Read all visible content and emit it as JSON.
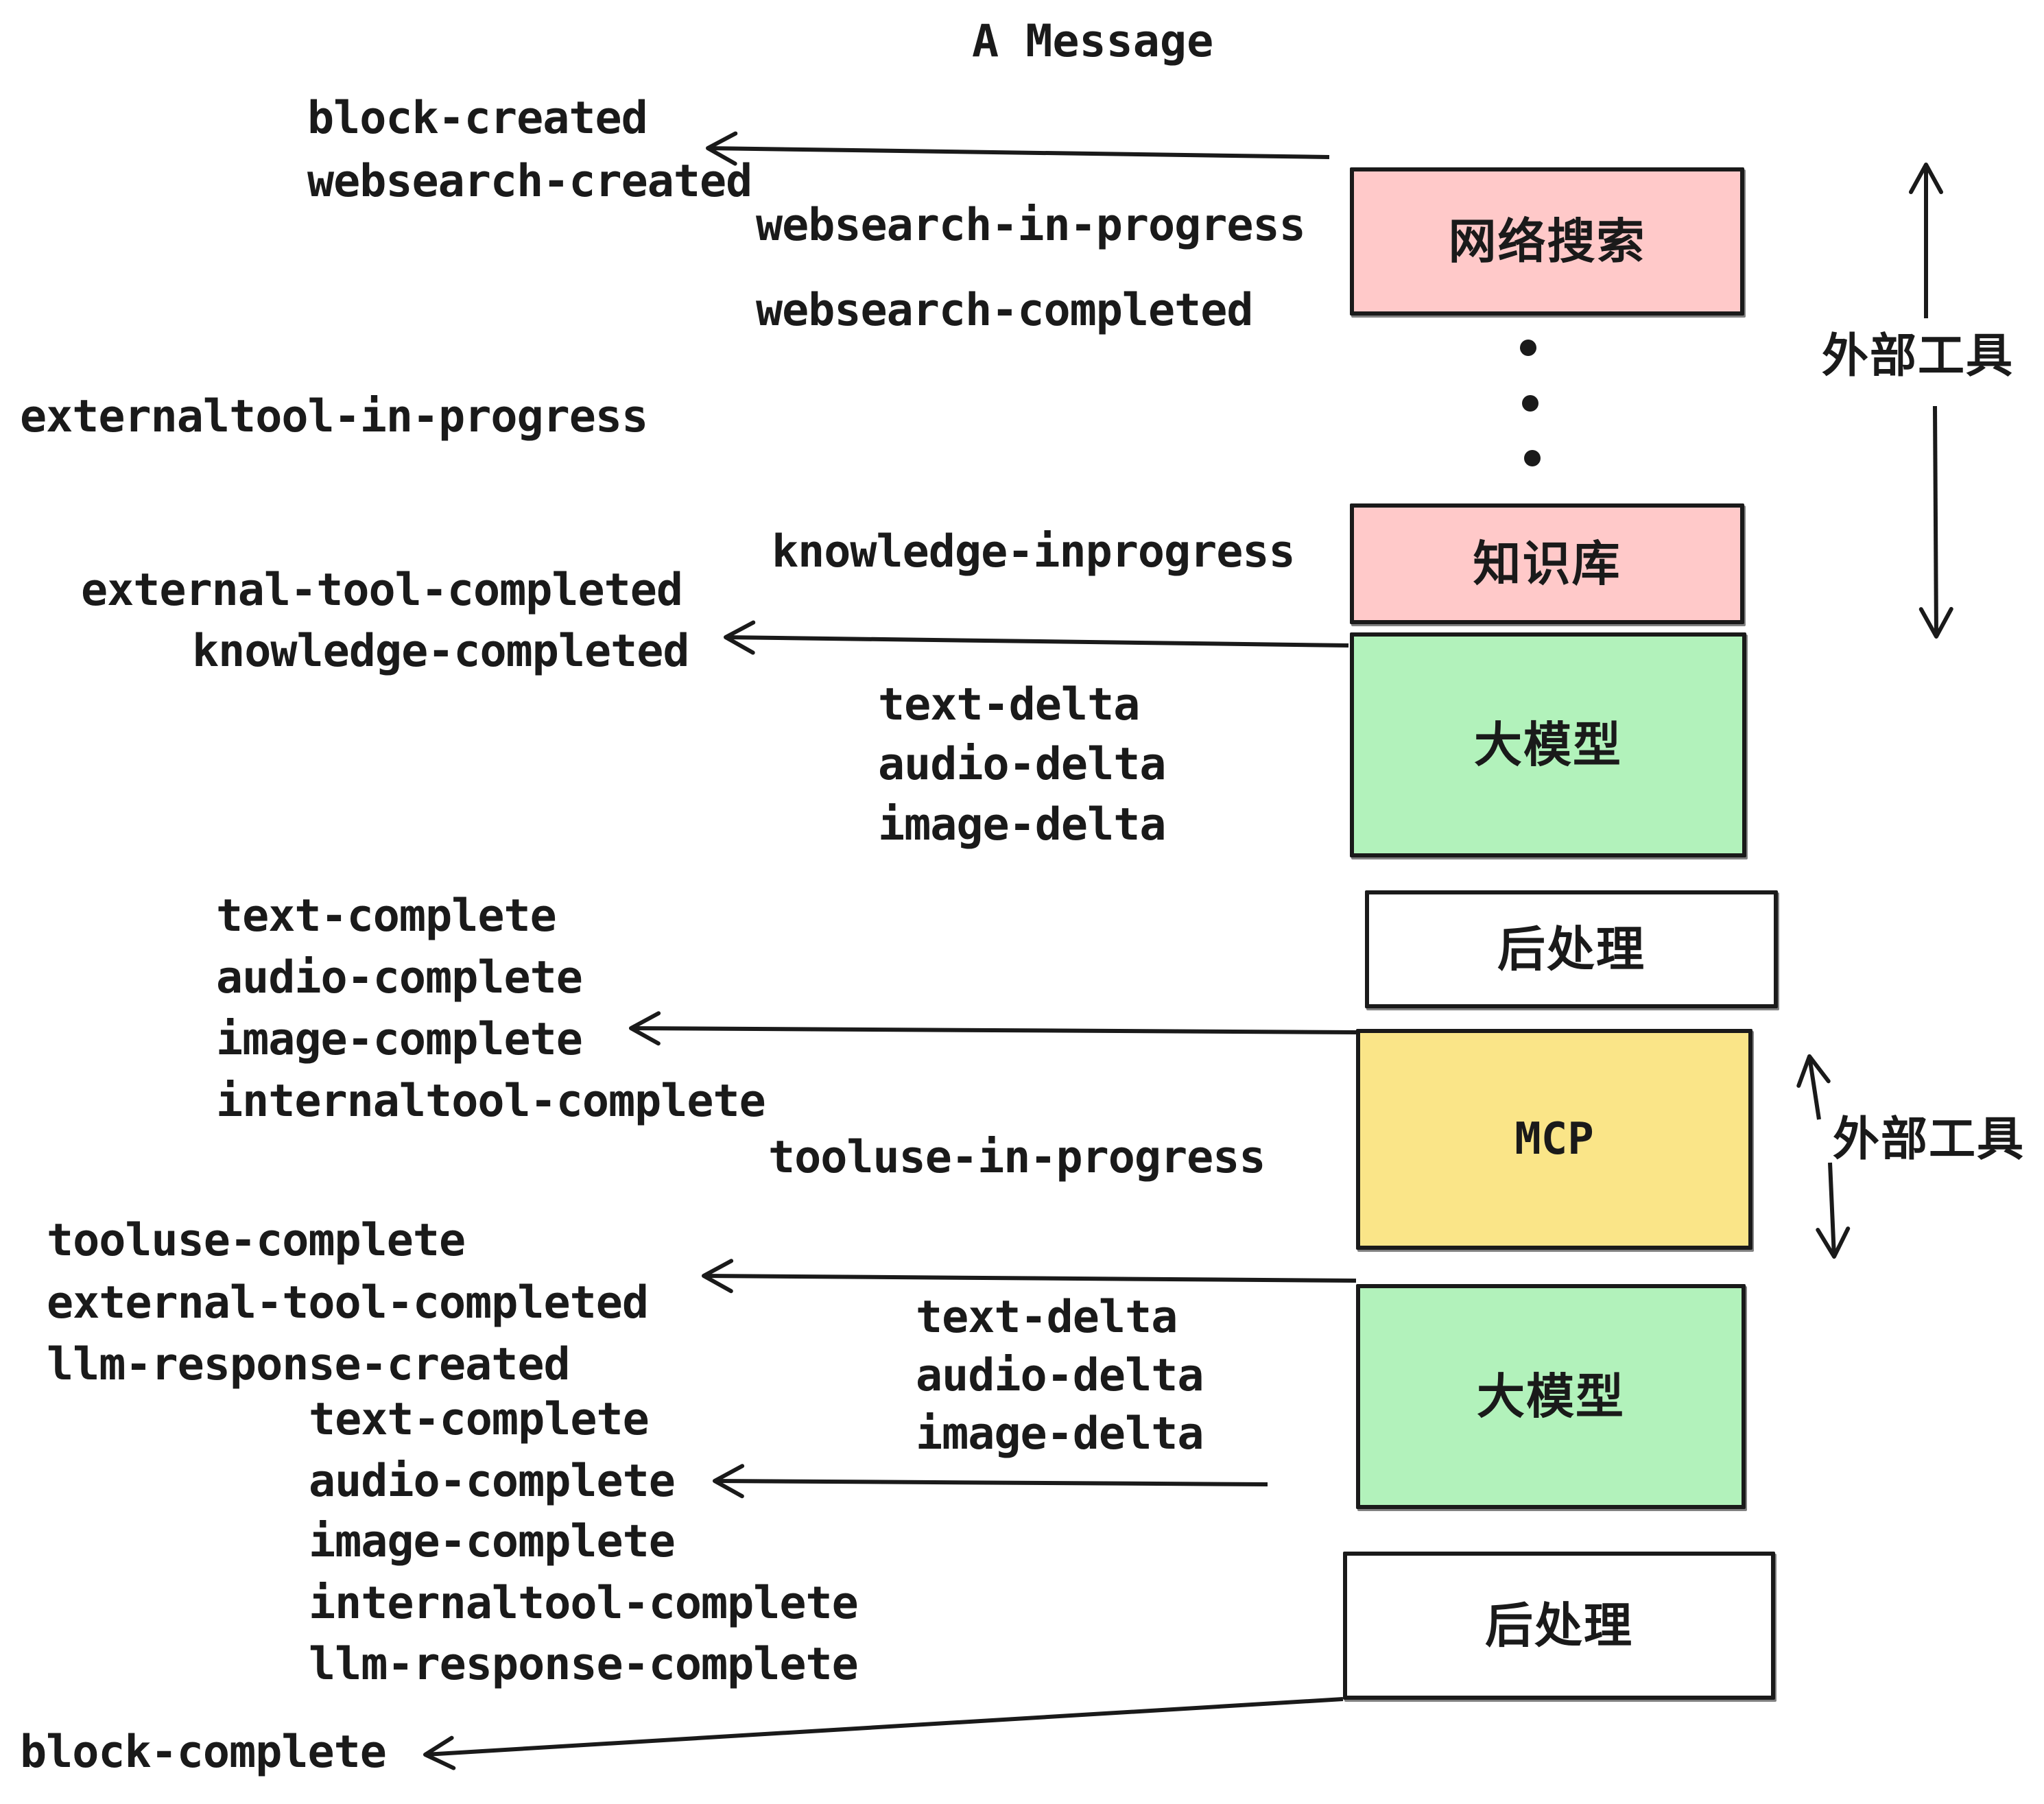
{
  "title": "A Message",
  "colors": {
    "pink": "#FFC9C9",
    "green": "#B2F2BB",
    "yellow": "#FAE588",
    "white": "#FFFFFF",
    "ink": "#1A1A1A"
  },
  "boxes": {
    "websearch": {
      "label": "网络搜索"
    },
    "knowledge": {
      "label": "知识库"
    },
    "llm1": {
      "label": "大模型"
    },
    "post1": {
      "label": "后处理"
    },
    "mcp": {
      "label": "MCP"
    },
    "llm2": {
      "label": "大模型"
    },
    "post2": {
      "label": "后处理"
    }
  },
  "side": {
    "external_tools_1": "外部工具",
    "external_tools_2": "外部工具"
  },
  "events": {
    "block_created": "block-created",
    "websearch_created": "websearch-created",
    "websearch_in_progress": "websearch-in-progress",
    "websearch_completed": "websearch-completed",
    "externaltool_in_progress": "externaltool-in-progress",
    "knowledge_inprogress": "knowledge-inprogress",
    "external_tool_completed": "external-tool-completed",
    "knowledge_completed": "knowledge-completed",
    "text_delta": "text-delta",
    "audio_delta": "audio-delta",
    "image_delta": "image-delta",
    "text_complete": "text-complete",
    "audio_complete": "audio-complete",
    "image_complete": "image-complete",
    "internaltool_complete": "internaltool-complete",
    "tooluse_in_progress": "tooluse-in-progress",
    "tooluse_complete": "tooluse-complete",
    "llm_response_created": "llm-response-created",
    "llm_response_complete": "llm-response-complete",
    "block_complete": "block-complete"
  }
}
